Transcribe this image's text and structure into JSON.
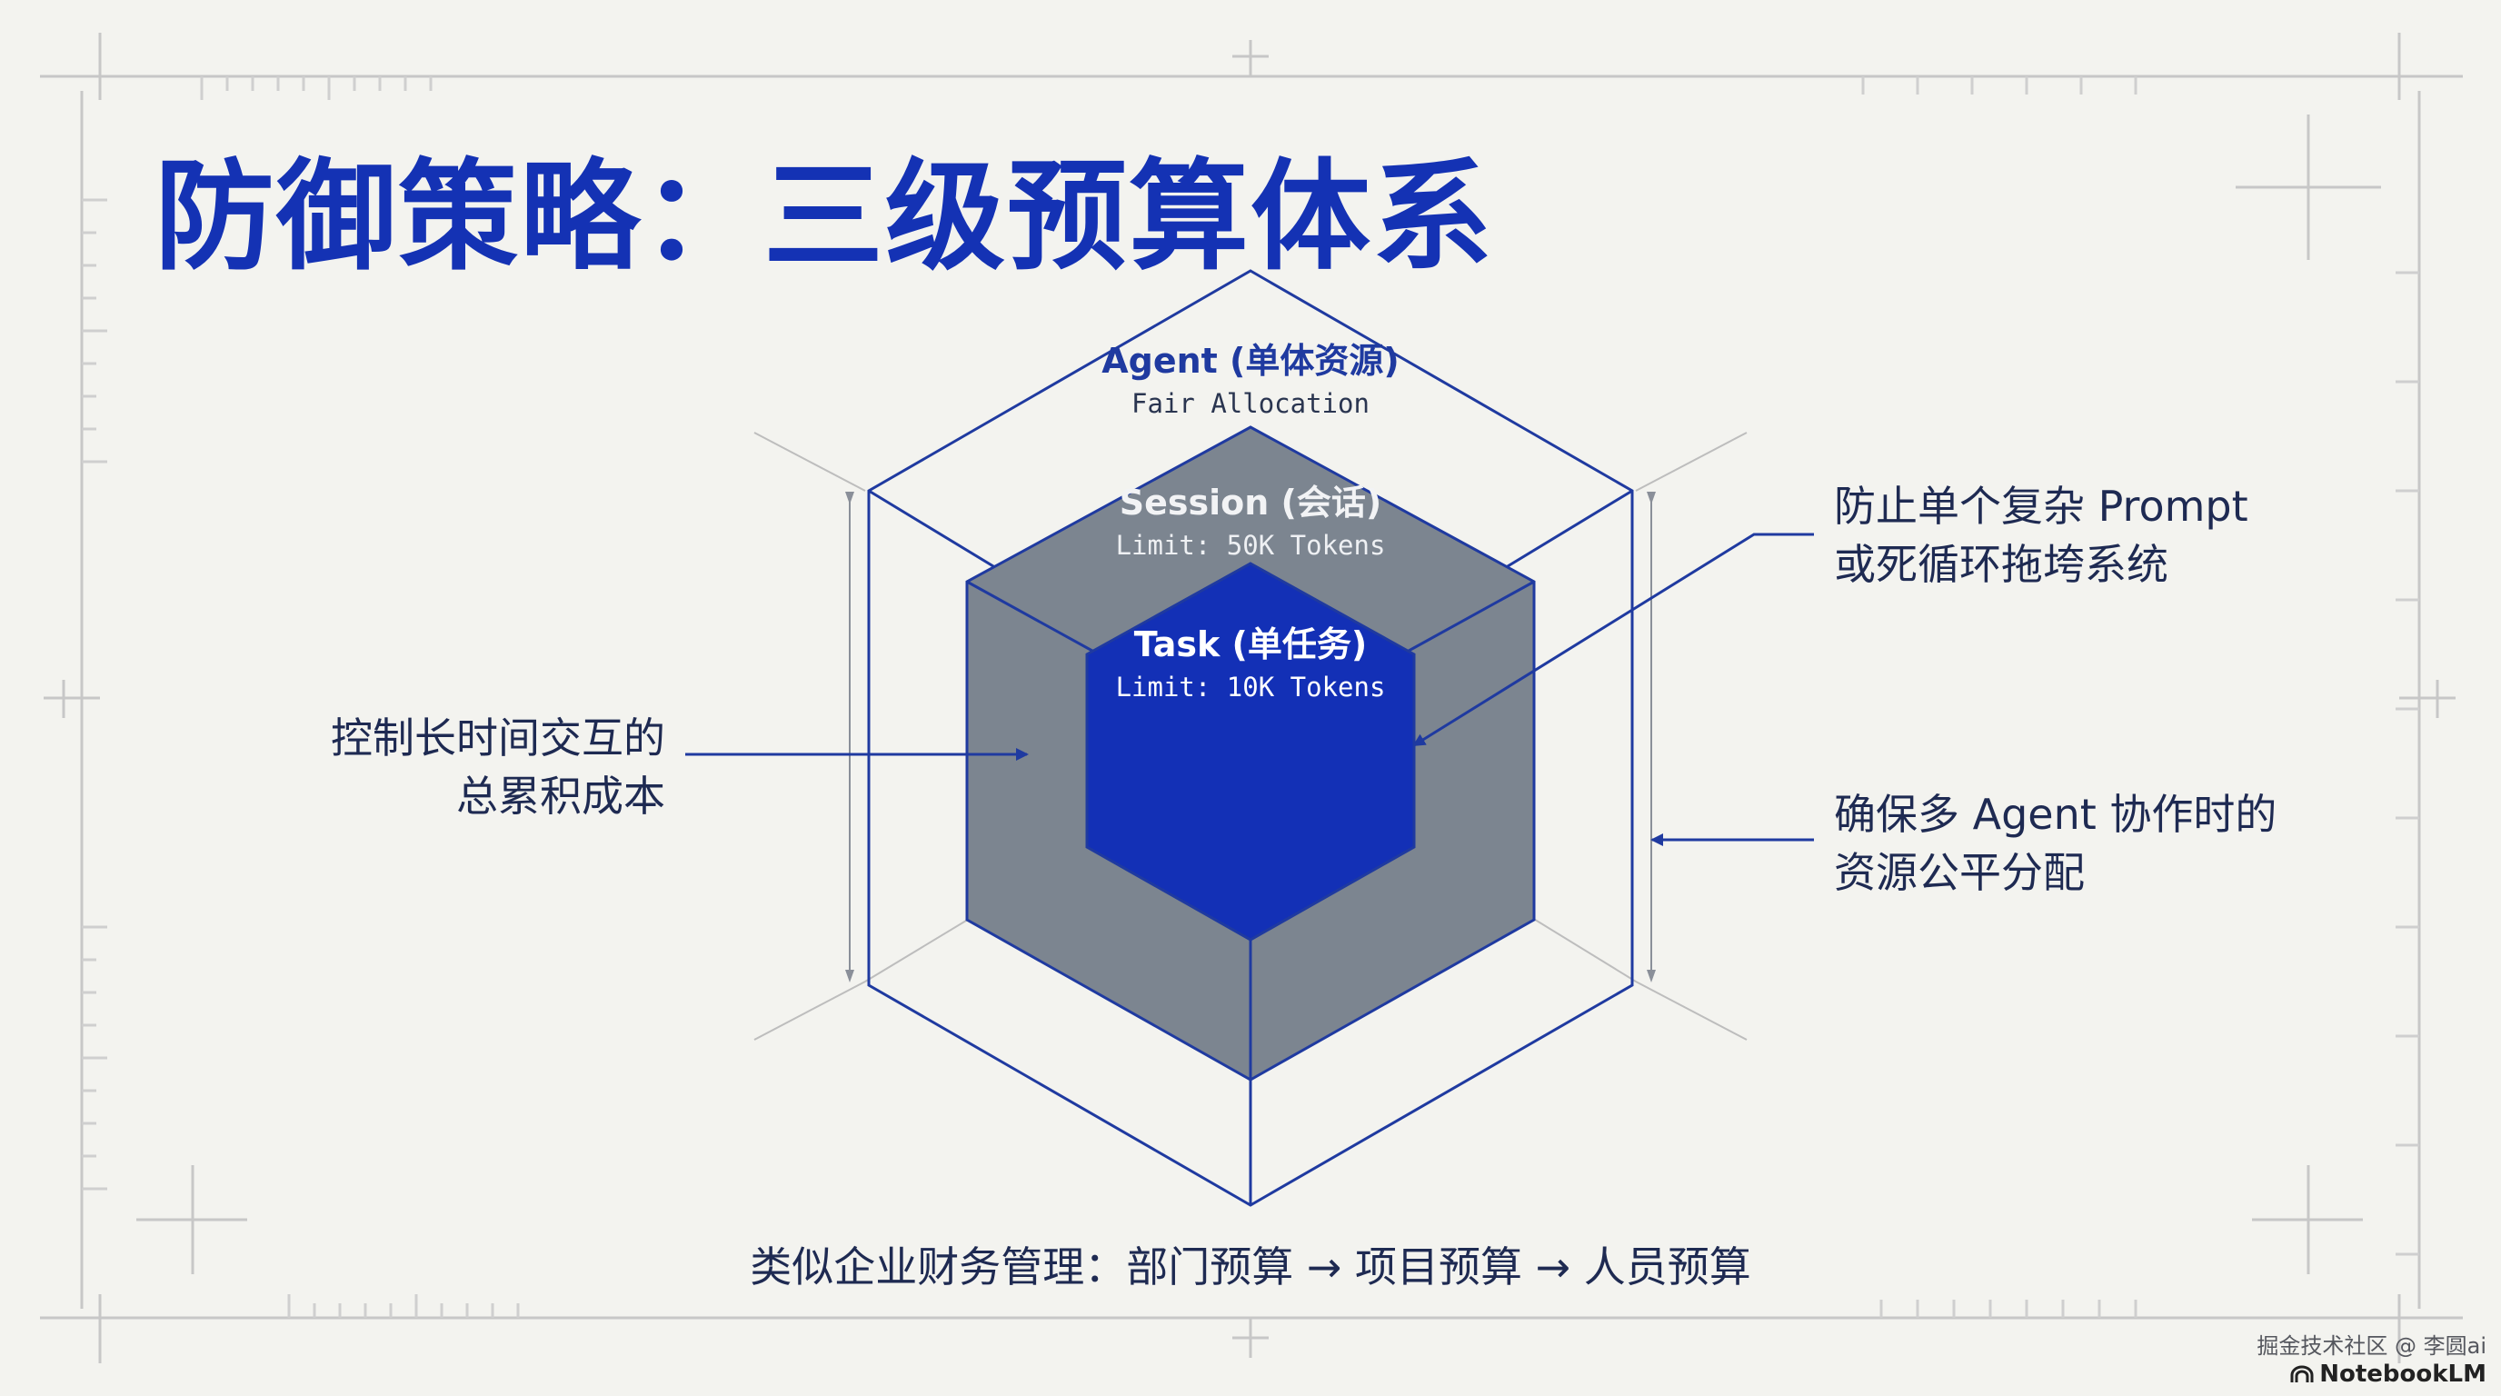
{
  "title": "防御策略：三级预算体系",
  "layers": [
    {
      "name": "Agent (单体资源)",
      "detail": "Fair Allocation"
    },
    {
      "name": "Session (会话)",
      "detail": "Limit: 50K Tokens"
    },
    {
      "name": "Task (单任务)",
      "detail": "Limit: 10K Tokens"
    }
  ],
  "annotations": {
    "left": [
      "控制长时间交互的",
      "总累积成本"
    ],
    "right_top": [
      "防止单个复杂 Prompt",
      "或死循环拖垮系统"
    ],
    "right_bottom": [
      "确保多 Agent 协作时的",
      "资源公平分配"
    ]
  },
  "footer": "类似企业财务管理：部门预算 → 项目预算 → 人员预算",
  "brand": {
    "community": "掘金技术社区 @ 李圆ai",
    "logo_text": "NotebookLM"
  },
  "colors": {
    "title": "#1432b4",
    "outline": "#1f3aa0",
    "session_fill": "#7c8590",
    "task_fill": "#1330b6",
    "background": "#f3f3ef",
    "text": "#1e2a52"
  }
}
